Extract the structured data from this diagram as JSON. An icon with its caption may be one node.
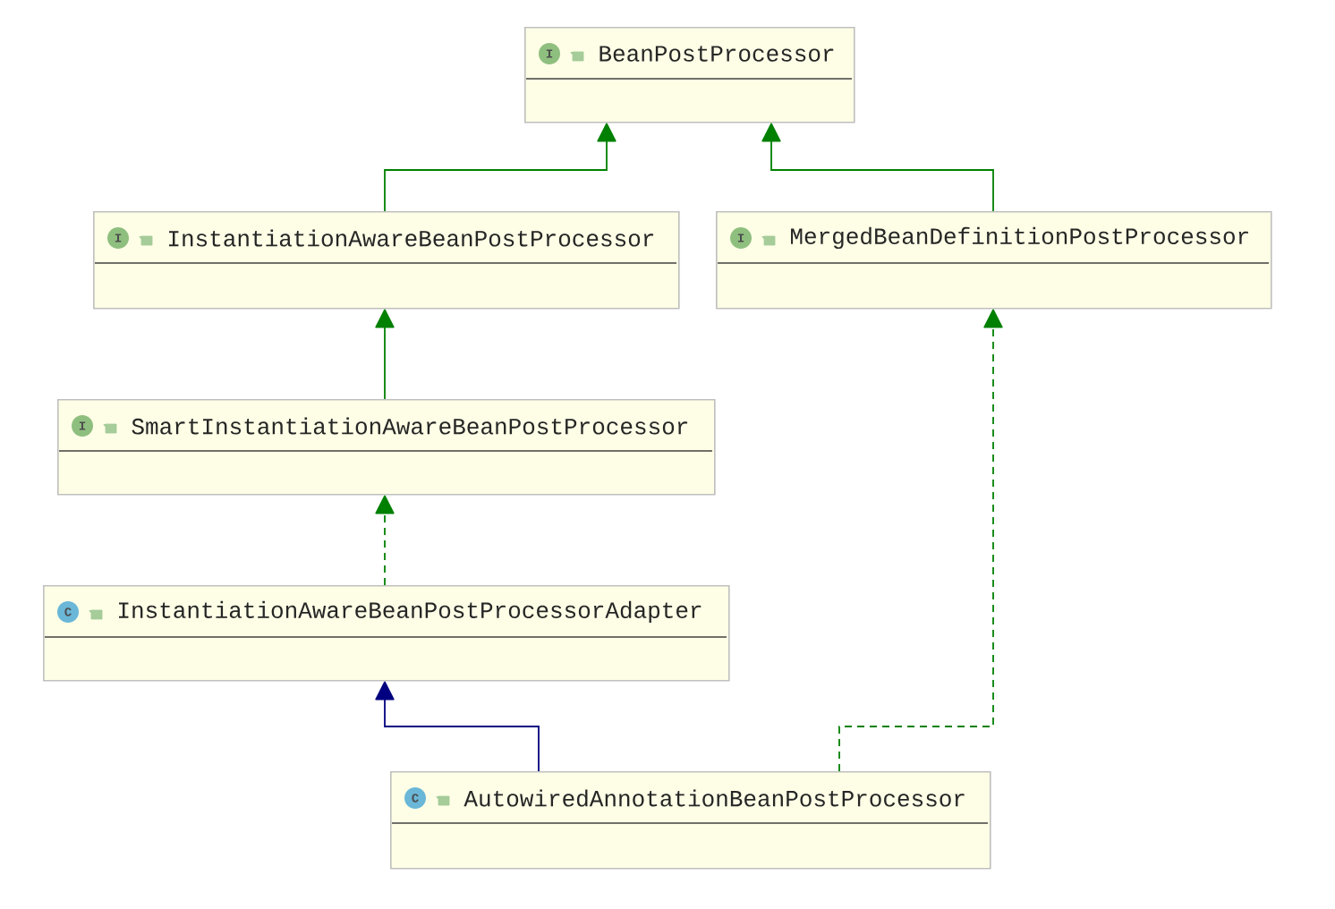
{
  "diagram": {
    "nodes": [
      {
        "text": [
          "I",
          "BeanPostProcessor"
        ]
      },
      {
        "text": [
          "I",
          "InstantiationAwareBeanPostProcessor"
        ]
      },
      {
        "text": [
          "I",
          "MergedBeanDefinitionPostProcessor"
        ]
      },
      {
        "text": [
          "I",
          "SmartInstantiationAwareBeanPostProcessor"
        ]
      },
      {
        "text": [
          "C",
          "InstantiationAwareBeanPostProcessorAdapter"
        ]
      },
      {
        "text": [
          "C",
          "AutowiredAnnotationBeanPostProcessor"
        ]
      }
    ],
    "edges": [
      {
        "from": 1,
        "to": 0,
        "arrow": "to"
      },
      {
        "from": 2,
        "to": 0,
        "arrow": "to"
      },
      {
        "from": 3,
        "to": 1,
        "arrow": "to"
      },
      {
        "from": 4,
        "to": 3,
        "arrow": "to",
        "style": "dashed"
      },
      {
        "from": 5,
        "to": 4,
        "arrow": "to",
        "color": "#000080"
      },
      {
        "from": 5,
        "to": 2,
        "arrow": "to",
        "style": "dashed"
      }
    ]
  }
}
